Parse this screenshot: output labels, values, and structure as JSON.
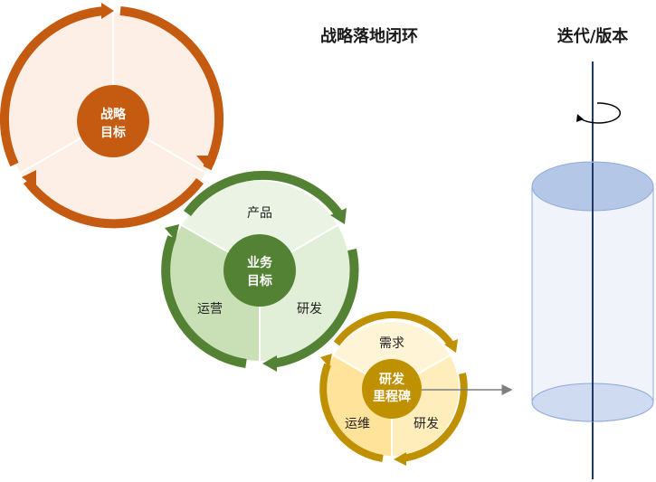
{
  "titles": {
    "strategy_loop": "战略落地闭环",
    "iteration": "迭代/版本"
  },
  "cycles": {
    "strategy": {
      "center_line1": "战略",
      "center_line2": "目标",
      "ring_color": "#C55A11",
      "fill_color": "#FDEFE6",
      "center_color": "#C55A11"
    },
    "business": {
      "center_line1": "业务",
      "center_line2": "目标",
      "segments": [
        "产品",
        "研发",
        "运营"
      ],
      "ring_color": "#548235",
      "fill_light": "#EBF3E4",
      "fill_mid": "#D6E9C8",
      "fill_dark": "#C3DDB0",
      "center_color": "#548235"
    },
    "rnd": {
      "center_line1": "研发",
      "center_line2": "里程碑",
      "segments": [
        "需求",
        "研发",
        "运维"
      ],
      "ring_color": "#BF9000",
      "fill_light": "#FFF4D5",
      "fill_mid": "#FFE9AB",
      "fill_dark": "#FFE08A",
      "center_color": "#BF9000"
    }
  },
  "cylinder": {
    "body_color": "#EEF2FA",
    "cap_color": "#B4C7E7",
    "stroke_color": "#8EA9DB"
  }
}
